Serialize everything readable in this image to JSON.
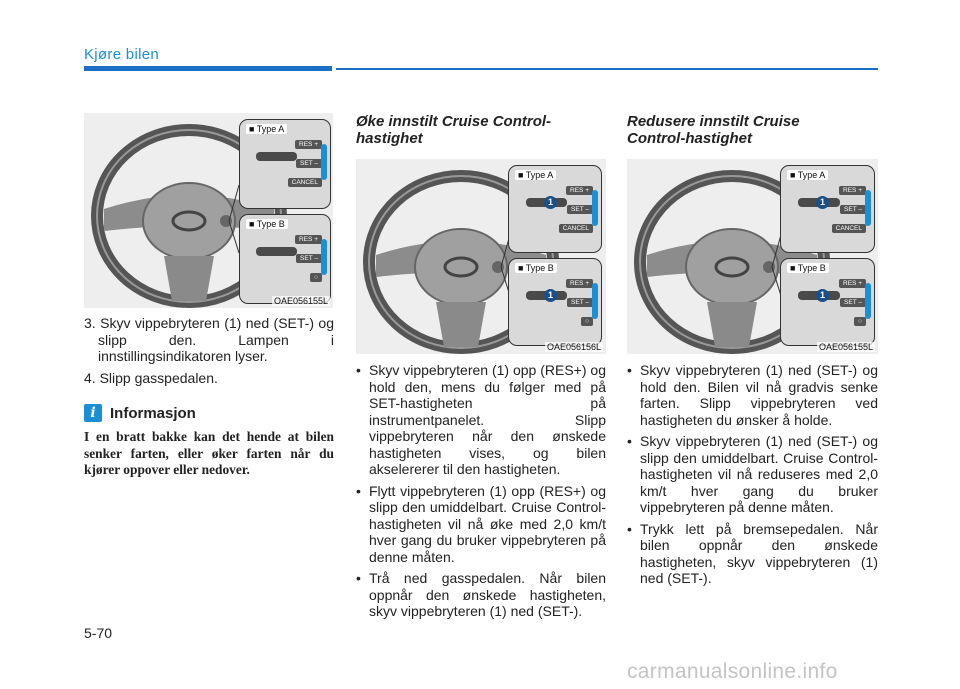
{
  "header": {
    "section_title": "Kjøre bilen"
  },
  "figures": [
    {
      "code": "OAE056155L",
      "insets": [
        {
          "label": "■ Type A",
          "buttons": [
            "RES +",
            "SET –",
            "CANCEL"
          ]
        },
        {
          "label": "■ Type B",
          "buttons": [
            "RES +",
            "SET –",
            "○"
          ]
        }
      ]
    },
    {
      "code": "OAE056156L",
      "insets": [
        {
          "label": "■ Type A",
          "buttons": [
            "RES +",
            "SET –",
            "CANCEL"
          ],
          "callout": "1"
        },
        {
          "label": "■ Type B",
          "buttons": [
            "RES +",
            "SET –",
            "○"
          ],
          "callout": "1"
        }
      ]
    },
    {
      "code": "OAE056155L",
      "insets": [
        {
          "label": "■ Type A",
          "buttons": [
            "RES +",
            "SET –",
            "CANCEL"
          ],
          "callout": "1"
        },
        {
          "label": "■ Type B",
          "buttons": [
            "RES +",
            "SET –",
            "○"
          ],
          "callout": "1"
        }
      ]
    }
  ],
  "left_column": {
    "steps": [
      {
        "marker": "3.",
        "text": "Skyv vippebryteren (1) ned (SET-) og slipp den. Lampen i innstillingsindikatoren lyser."
      },
      {
        "marker": "4.",
        "text": "Slipp gasspedalen."
      }
    ],
    "info": {
      "icon": "i",
      "title": "Informasjon",
      "body": "I en bratt bakke kan det hende at bilen senker farten, eller øker farten når du kjører oppover eller nedover."
    }
  },
  "middle_column": {
    "title": "Øke innstilt Cruise Control-hastighet",
    "bullets": [
      "Skyv vippebryteren (1) opp (RES+) og hold den, mens du følger med på SET-hastigheten på instrumentpanelet. Slipp vippebryteren når den ønskede hastigheten vises, og bilen akselererer til den hastigheten.",
      "Flytt vippebryteren (1) opp (RES+) og slipp den umiddelbart. Cruise Control-hastigheten vil nå øke med 2,0 km/t hver gang du bruker vippebryteren på denne måten.",
      "Trå ned gasspedalen. Når bilen oppnår den ønskede hastigheten, skyv vippebryteren (1) ned (SET-)."
    ]
  },
  "right_column": {
    "title": "Redusere innstilt Cruise Control-hastighet",
    "bullets": [
      "Skyv vippebryteren (1) ned (SET-) og hold den. Bilen vil nå gradvis senke farten. Slipp vippebryteren ved hastigheten du ønsker å holde.",
      "Skyv vippebryteren (1) ned (SET-) og slipp den umiddelbart. Cruise Control-hastigheten vil nå reduseres med 2,0 km/t hver gang du bruker vippebryteren på denne måten.",
      "Trykk lett på bremsepedalen. Når bilen oppnår den ønskede hastigheten, skyv vippebryteren (1) ned (SET-)."
    ]
  },
  "footer": {
    "page_number": "5-70",
    "watermark": "carmanualsonline.info"
  },
  "colors": {
    "accent": "#1a8fd6",
    "rule": "#1b6fc4",
    "button_arrow": "#1a8fd6"
  }
}
